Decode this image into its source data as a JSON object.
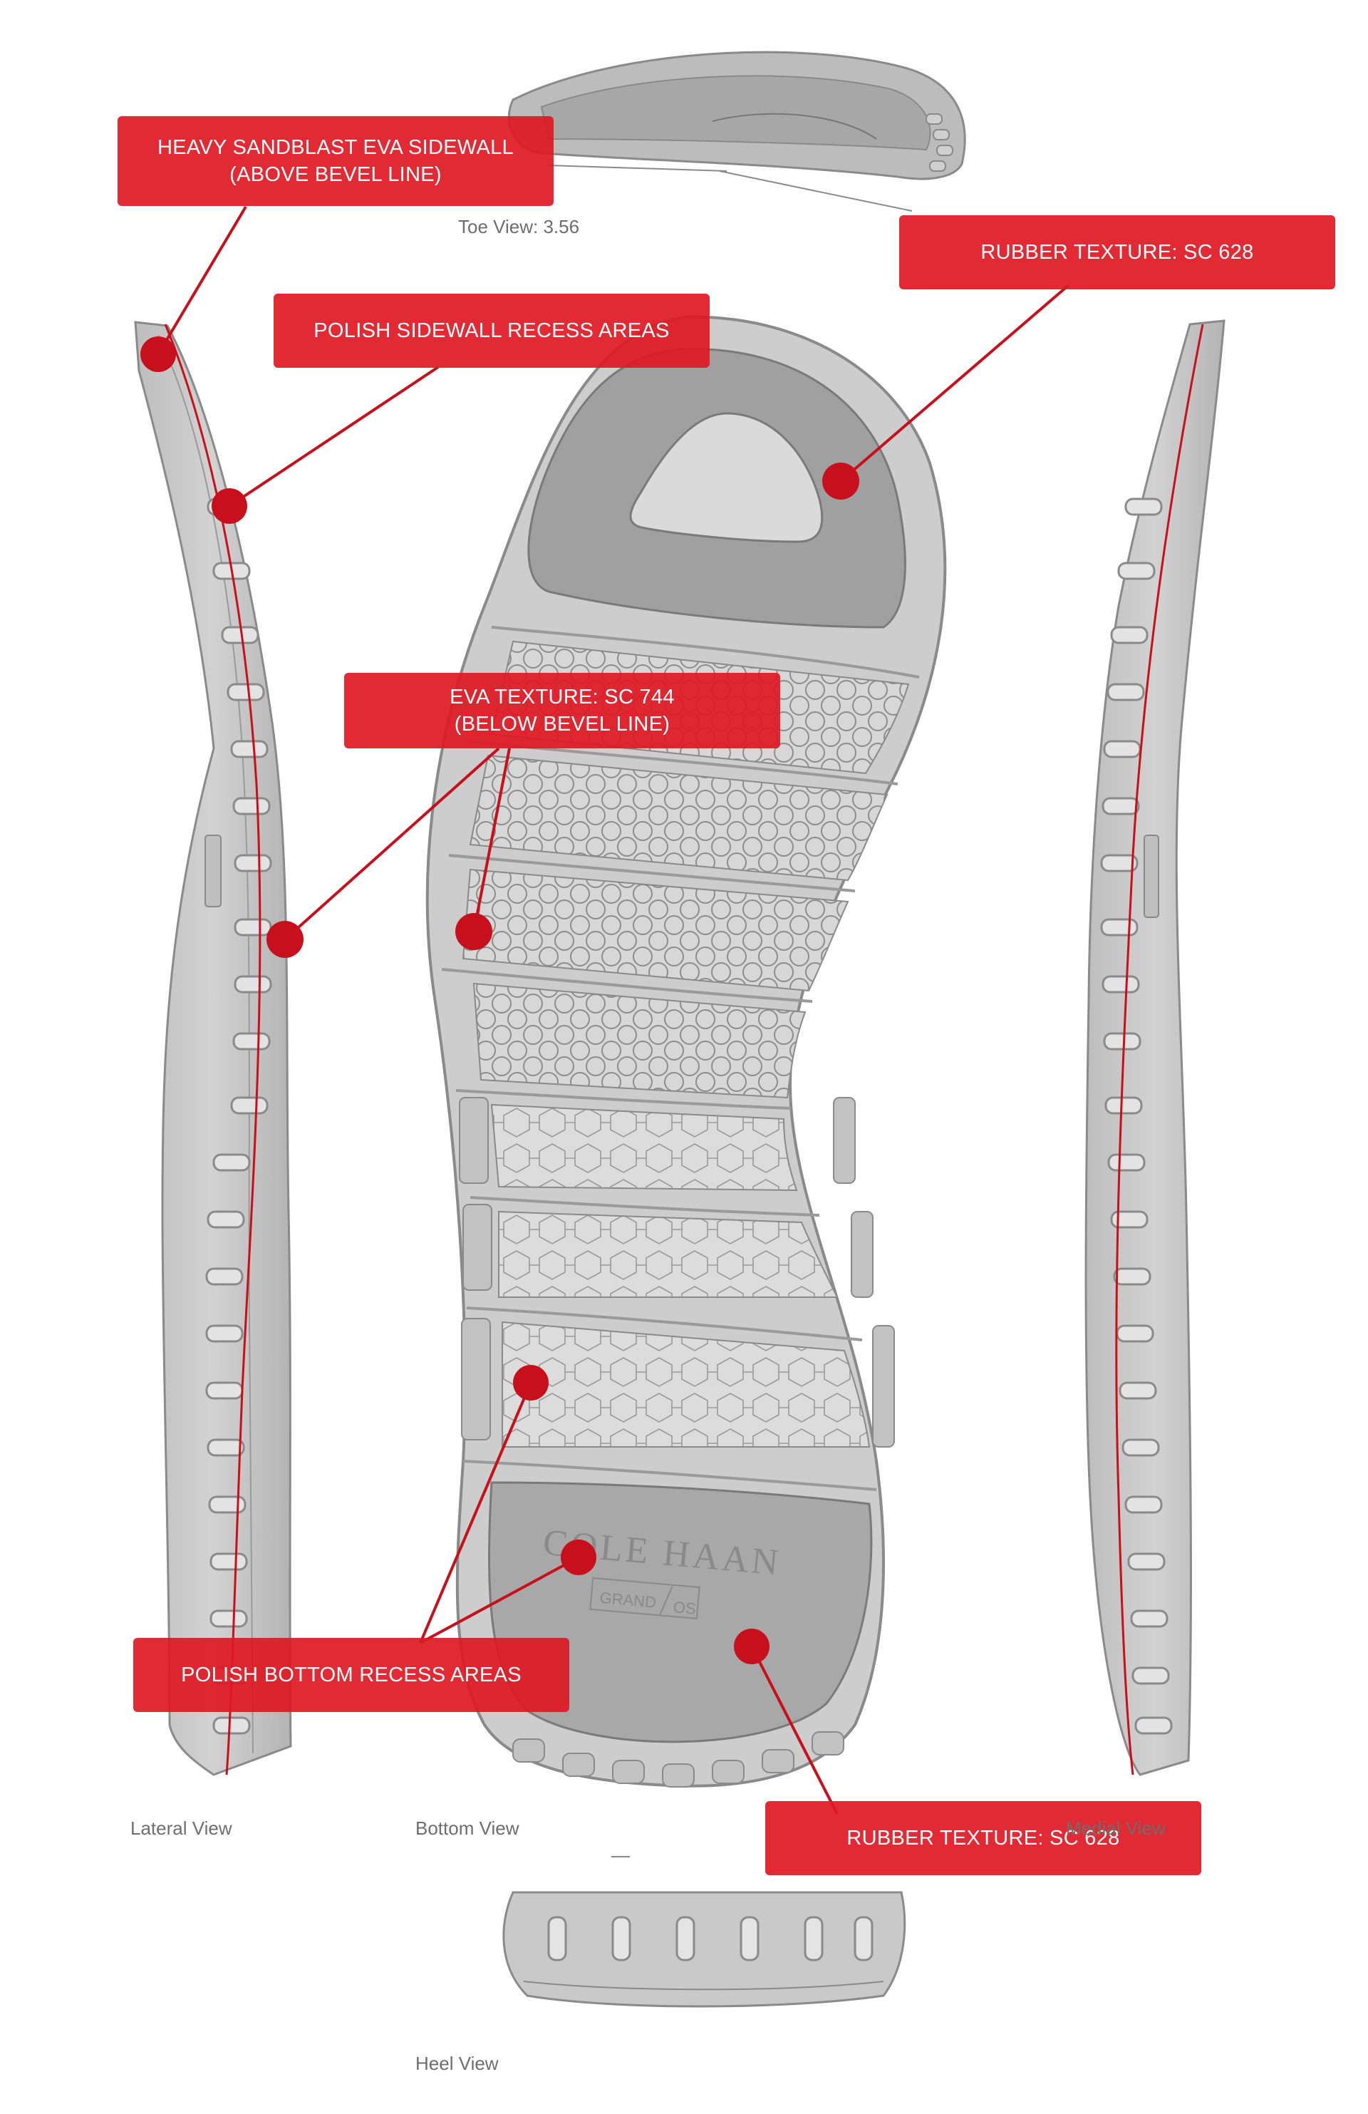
{
  "colors": {
    "callout": "#e01824",
    "leader": "#c8101c",
    "sole_fill": "#c9c9c9",
    "sole_stroke": "#8a8a8a",
    "rubber_fill": "#9e9e9e",
    "label_text": "#6e6e6e"
  },
  "callouts": {
    "heavy_sandblast": {
      "line1": "HEAVY SANDBLAST EVA SIDEWALL",
      "line2": "(ABOVE BEVEL LINE)"
    },
    "polish_sidewall": {
      "line1": "POLISH SIDEWALL RECESS AREAS"
    },
    "rubber_texture_top": {
      "line1": "RUBBER TEXTURE:  SC 628"
    },
    "eva_texture": {
      "line1": "EVA TEXTURE: SC 744",
      "line2": "(BELOW BEVEL LINE)"
    },
    "polish_bottom": {
      "line1": "POLISH BOTTOM RECESS AREAS"
    },
    "rubber_texture_bottom": {
      "line1": "RUBBER TEXTURE:   SC 628"
    }
  },
  "views": {
    "toe": "Toe View:  3.56",
    "lateral": "Lateral View",
    "bottom": "Bottom View",
    "medial": "Medial View",
    "heel": "Heel View"
  },
  "logo": {
    "brand": "COLE HAAN",
    "sub_left": "GRAND",
    "sub_right": "OS"
  }
}
